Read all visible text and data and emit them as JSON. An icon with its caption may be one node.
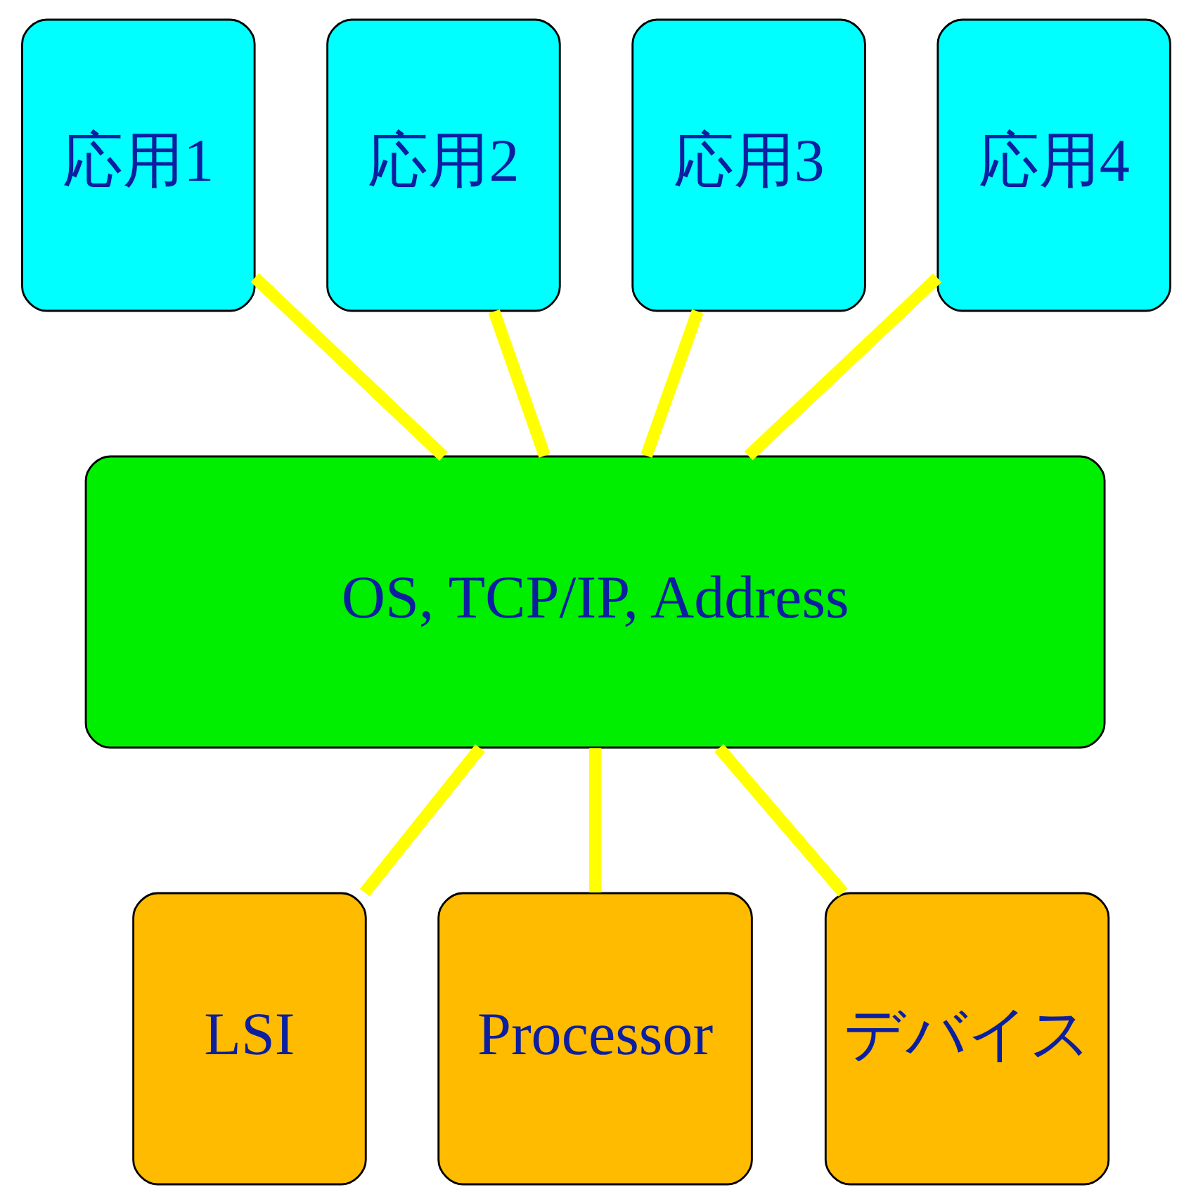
{
  "diagram": {
    "nodes": [
      {
        "text": [
          "応用1"
        ]
      },
      {
        "text": [
          "応用2"
        ]
      },
      {
        "text": [
          "応用3"
        ]
      },
      {
        "text": [
          "応用4"
        ]
      },
      {
        "text": [
          "OS, TCP/IP, Address"
        ]
      },
      {
        "text": [
          "LSI"
        ]
      },
      {
        "text": [
          "Processor"
        ]
      },
      {
        "text": [
          "デバイス"
        ]
      }
    ],
    "edges": [
      {
        "from": 0,
        "to": 4,
        "arrow": "none"
      },
      {
        "from": 1,
        "to": 4,
        "arrow": "none"
      },
      {
        "from": 2,
        "to": 4,
        "arrow": "none"
      },
      {
        "from": 3,
        "to": 4,
        "arrow": "none"
      },
      {
        "from": 4,
        "to": 5,
        "arrow": "none"
      },
      {
        "from": 4,
        "to": 6,
        "arrow": "none"
      },
      {
        "from": 4,
        "to": 7,
        "arrow": "none"
      }
    ]
  }
}
